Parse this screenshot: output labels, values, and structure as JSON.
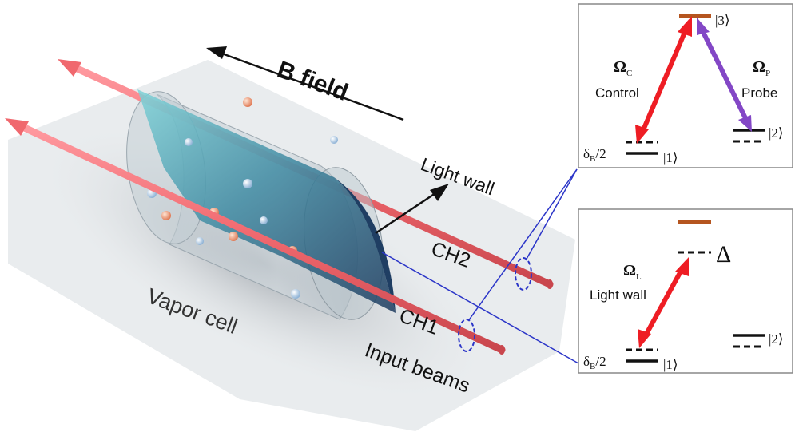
{
  "labels": {
    "b_field": "B field",
    "light_wall": "Light wall",
    "ch2": "CH2",
    "ch1": "CH1",
    "vapor_cell": "Vapor cell",
    "input_beams": "Input beams"
  },
  "eit_panel": {
    "level3": "|3⟩",
    "level2": "|2⟩",
    "level1": "|1⟩",
    "omega_c": "Ω",
    "omega_c_sub": "C",
    "control": "Control",
    "omega_p": "Ω",
    "omega_p_sub": "P",
    "probe": "Probe",
    "delta_b": "δ",
    "delta_b_sub": "B",
    "delta_b_suffix": "/2"
  },
  "lightwall_panel": {
    "delta": "Δ",
    "omega_l": "Ω",
    "omega_l_sub": "L",
    "light_wall": "Light wall",
    "level2": "|2⟩",
    "level1": "|1⟩",
    "delta_b": "δ",
    "delta_b_sub": "B",
    "delta_b_suffix": "/2"
  },
  "colors": {
    "beam": "#f0686e",
    "control_arrow": "#ee1d24",
    "probe_arrow": "#8347c6",
    "light_wall_arrow": "#ee1d24",
    "excited_level": "#b5551f",
    "connector": "#2b35c8",
    "wall": "#1f3e63",
    "cell": "#c9d3d9"
  }
}
